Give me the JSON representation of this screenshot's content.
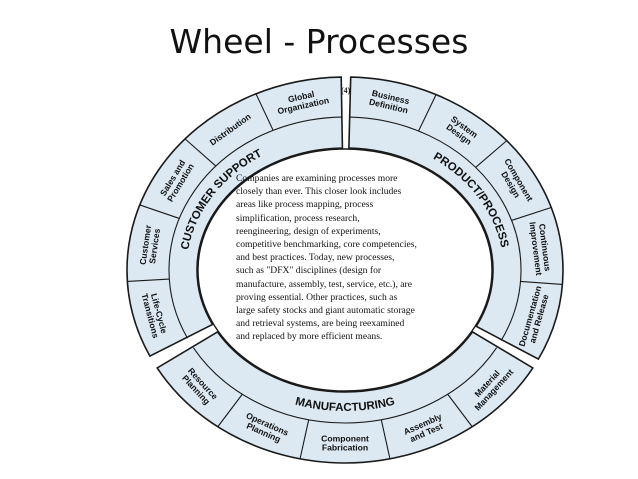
{
  "title": "Wheel - Processes",
  "marker": "(4)",
  "colors": {
    "ring": "#dce9f2",
    "stroke": "#1a1a1a",
    "background": "#ffffff"
  },
  "sectors": [
    {
      "name": "CUSTOMER SUPPORT",
      "items": [
        "Life-Cycle\nTransitions",
        "Customer\nServices",
        "Sales and\nPromotion",
        "Distribution",
        "Global\nOrganization"
      ]
    },
    {
      "name": "PRODUCT/PROCESS",
      "items": [
        "Business\nDefinition",
        "System\nDesign",
        "Component\nDesign",
        "Continuous\nImprovement",
        "Documentation\nand Release"
      ]
    },
    {
      "name": "MANUFACTURING",
      "items": [
        "Material\nManagement",
        "Assembly\nand Test",
        "Component\nFabrication",
        "Operations\nPlanning",
        "Resource\nPlanning"
      ]
    }
  ],
  "center_text": "Companies are examining processes more\nclosely than ever. This closer look includes\nareas like process mapping, process\nsimplification, process research,\nreengineering, design of experiments,\ncompetitive benchmarking, core competencies,\nand best practices. Today, new processes,\nsuch as \"DFX\" disciplines (design for\nmanufacture, assembly, test, service, etc.), are\nproving essential. Other practices, such as\nlarge safety stocks and giant automatic storage\nand retrieval systems, are being reexamined\nand replaced by more efficient means."
}
